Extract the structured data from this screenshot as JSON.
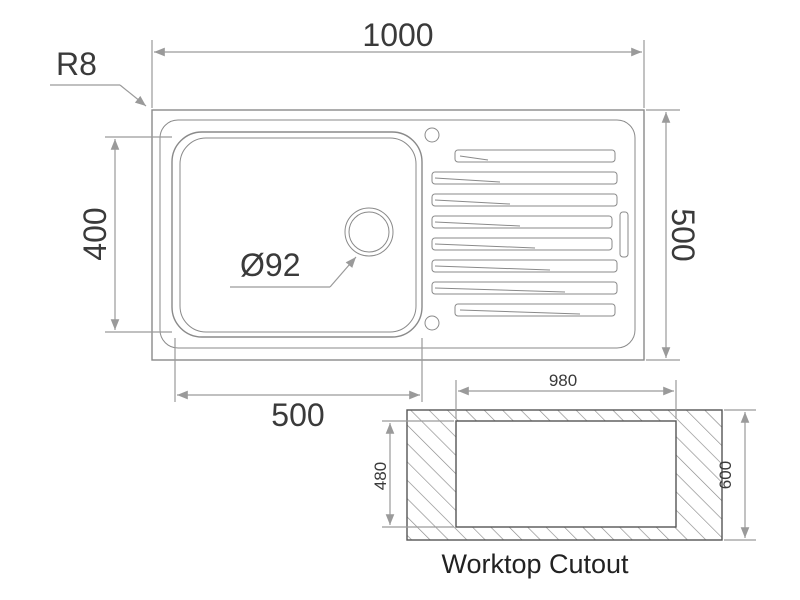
{
  "sink": {
    "corner_radius_label": "R8",
    "overall_width_label": "1000",
    "overall_depth_label": "500",
    "bowl_depth_label": "400",
    "bowl_width_label": "500",
    "waste_diameter_label": "Ø92"
  },
  "cutout": {
    "width_label": "980",
    "depth_label": "480",
    "overall_depth_label": "600",
    "title": "Worktop Cutout"
  }
}
